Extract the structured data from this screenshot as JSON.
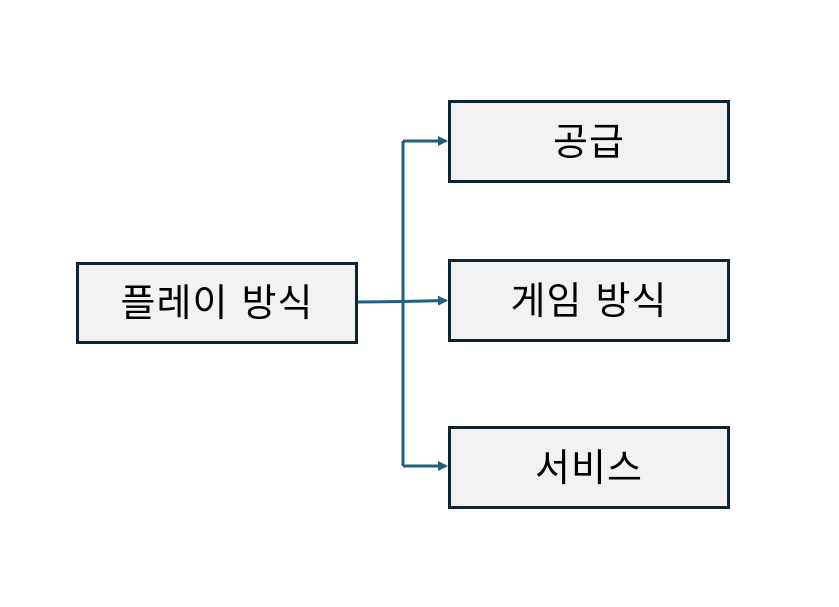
{
  "diagram": {
    "root": {
      "label": "플레이 방식"
    },
    "children": [
      {
        "label": "공급"
      },
      {
        "label": "게임 방식"
      },
      {
        "label": "서비스"
      }
    ],
    "colors": {
      "box_fill": "#f2f2f2",
      "box_border": "#0e2433",
      "connector": "#1f5f7f"
    }
  }
}
